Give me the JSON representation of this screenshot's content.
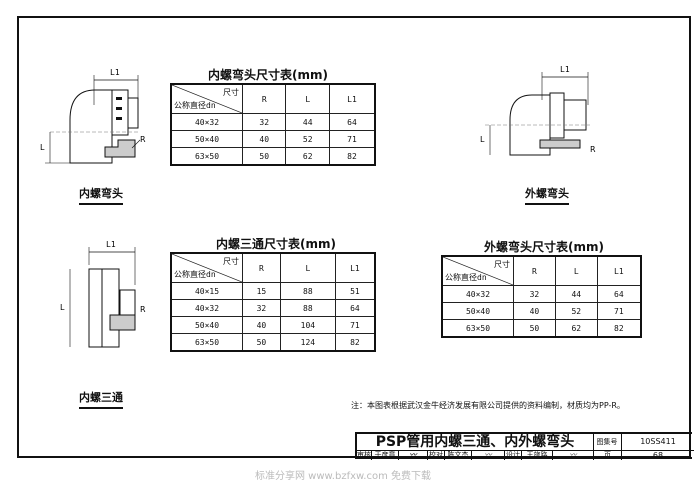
{
  "elbow_inner_table": {
    "title": "内螺弯头尺寸表(mm)",
    "header_size": "尺寸",
    "header_dn": "公称直径dn",
    "columns": [
      "R",
      "L",
      "L1"
    ],
    "rows": [
      [
        "40×32",
        "32",
        "44",
        "64"
      ],
      [
        "50×40",
        "40",
        "52",
        "71"
      ],
      [
        "63×50",
        "50",
        "62",
        "82"
      ]
    ]
  },
  "tee_inner_table": {
    "title": "内螺三通尺寸表(mm)",
    "header_size": "尺寸",
    "header_dn": "公称直径dn",
    "columns": [
      "R",
      "L",
      "L1"
    ],
    "rows": [
      [
        "40×15",
        "15",
        "88",
        "51"
      ],
      [
        "40×32",
        "32",
        "88",
        "64"
      ],
      [
        "50×40",
        "40",
        "104",
        "71"
      ],
      [
        "63×50",
        "50",
        "124",
        "82"
      ]
    ]
  },
  "elbow_outer_table": {
    "title": "外螺弯头尺寸表(mm)",
    "header_size": "尺寸",
    "header_dn": "公称直径dn",
    "columns": [
      "R",
      "L",
      "L1"
    ],
    "rows": [
      [
        "40×32",
        "32",
        "44",
        "64"
      ],
      [
        "50×40",
        "40",
        "52",
        "71"
      ],
      [
        "63×50",
        "50",
        "62",
        "82"
      ]
    ]
  },
  "drawings": {
    "elbow_inner": {
      "label": "内螺弯头",
      "dims": {
        "l1": "L1",
        "l": "L",
        "r": "R"
      }
    },
    "elbow_outer": {
      "label": "外螺弯头",
      "dims": {
        "l1": "L1",
        "l": "L",
        "r": "R"
      }
    },
    "tee_inner": {
      "label": "内螺三通",
      "dims": {
        "l1": "L1",
        "l": "L",
        "r": "R"
      }
    }
  },
  "note": "注：本图表根据武汉金牛经济发展有限公司提供的资料编制，材质均为PP-R。",
  "title_block": {
    "title": "PSP管用内螺三通、内外螺弯头",
    "atlas_label": "图集号",
    "atlas_no": "10SS411",
    "review_label": "审核",
    "reviewer": "于彦章",
    "check_label": "校对",
    "checker": "陈文杰",
    "design_label": "设计",
    "designer": "王旅路",
    "page_label": "页",
    "page_no": "68"
  },
  "watermark": "标准分享网 www.bzfxw.com 免费下载"
}
